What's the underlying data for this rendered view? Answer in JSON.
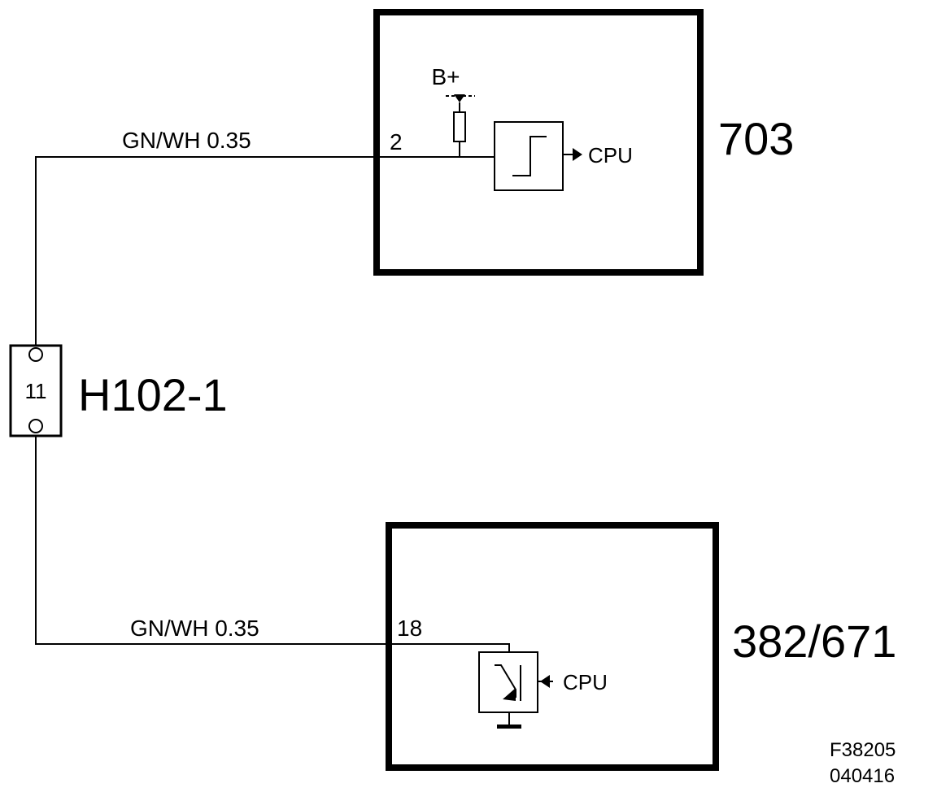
{
  "modules": {
    "top": {
      "id": "703",
      "pin": "2",
      "supply": "B+",
      "cpu": "CPU"
    },
    "bottom": {
      "id": "382/671",
      "pin": "18",
      "cpu": "CPU"
    }
  },
  "connector": {
    "id": "H102-1",
    "pin": "11"
  },
  "wires": {
    "upper": {
      "label": "GN/WH 0.35"
    },
    "lower": {
      "label": "GN/WH 0.35"
    }
  },
  "reference": {
    "figure": "F38205",
    "date": "040416"
  }
}
